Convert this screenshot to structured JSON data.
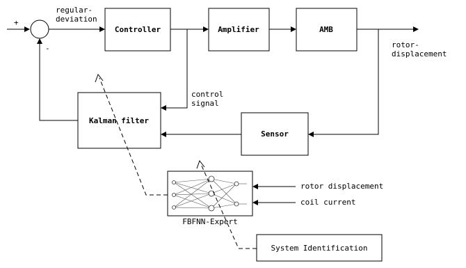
{
  "signs": {
    "plus": "+",
    "minus": "-"
  },
  "labels": {
    "regular_deviation": [
      "regular-",
      "deviation"
    ],
    "rotor_displacement_out": [
      "rotor-",
      "displacement"
    ],
    "control_signal": [
      "control",
      "signal"
    ],
    "rotor_displacement_in": "rotor displacement",
    "coil_current": "coil current"
  },
  "blocks": {
    "controller": "Controller",
    "amplifier": "Amplifier",
    "amb": "AMB",
    "kalman_filter": "Kalman filter",
    "sensor": "Sensor",
    "system_identification": "System Identification",
    "fbfnn_expert": "FBFNN-Expert"
  }
}
